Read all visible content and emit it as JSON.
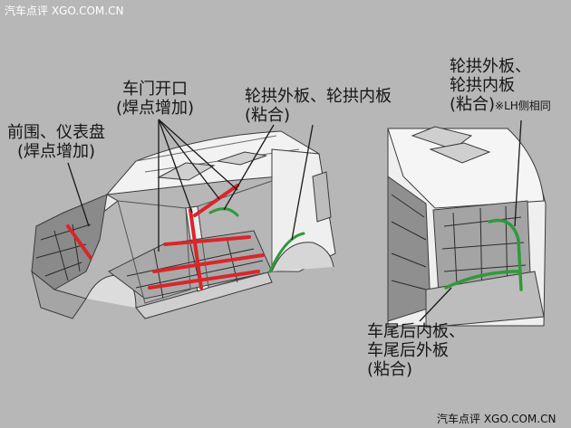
{
  "watermark": {
    "top": "汽车点评 XGO.COM.CN",
    "bottom": "汽车点评 XGO.COM.CN"
  },
  "labels": {
    "front_panel": {
      "line1": "前围、仪表盘",
      "line2": "(焊点增加)"
    },
    "door_opening": {
      "line1": "车门开口",
      "line2": "(焊点增加)"
    },
    "wheel_arch_side": {
      "line1": "轮拱外板、轮拱内板",
      "line2": "(粘合)"
    },
    "wheel_arch_rear": {
      "line1": "轮拱外板、",
      "line2": "轮拱内板",
      "line3": "(粘合)",
      "note": "※LH侧相同"
    },
    "rear_panel": {
      "line1": "车尾后内板、",
      "line2": "车尾后外板",
      "line3": "(粘合)"
    }
  },
  "colors": {
    "background": "#b7b7b7",
    "weld_highlight": "#d9262b",
    "adhesive_highlight": "#2e9a3a",
    "body_light": "#f1f1f1",
    "body_line": "#3b3b3b"
  }
}
